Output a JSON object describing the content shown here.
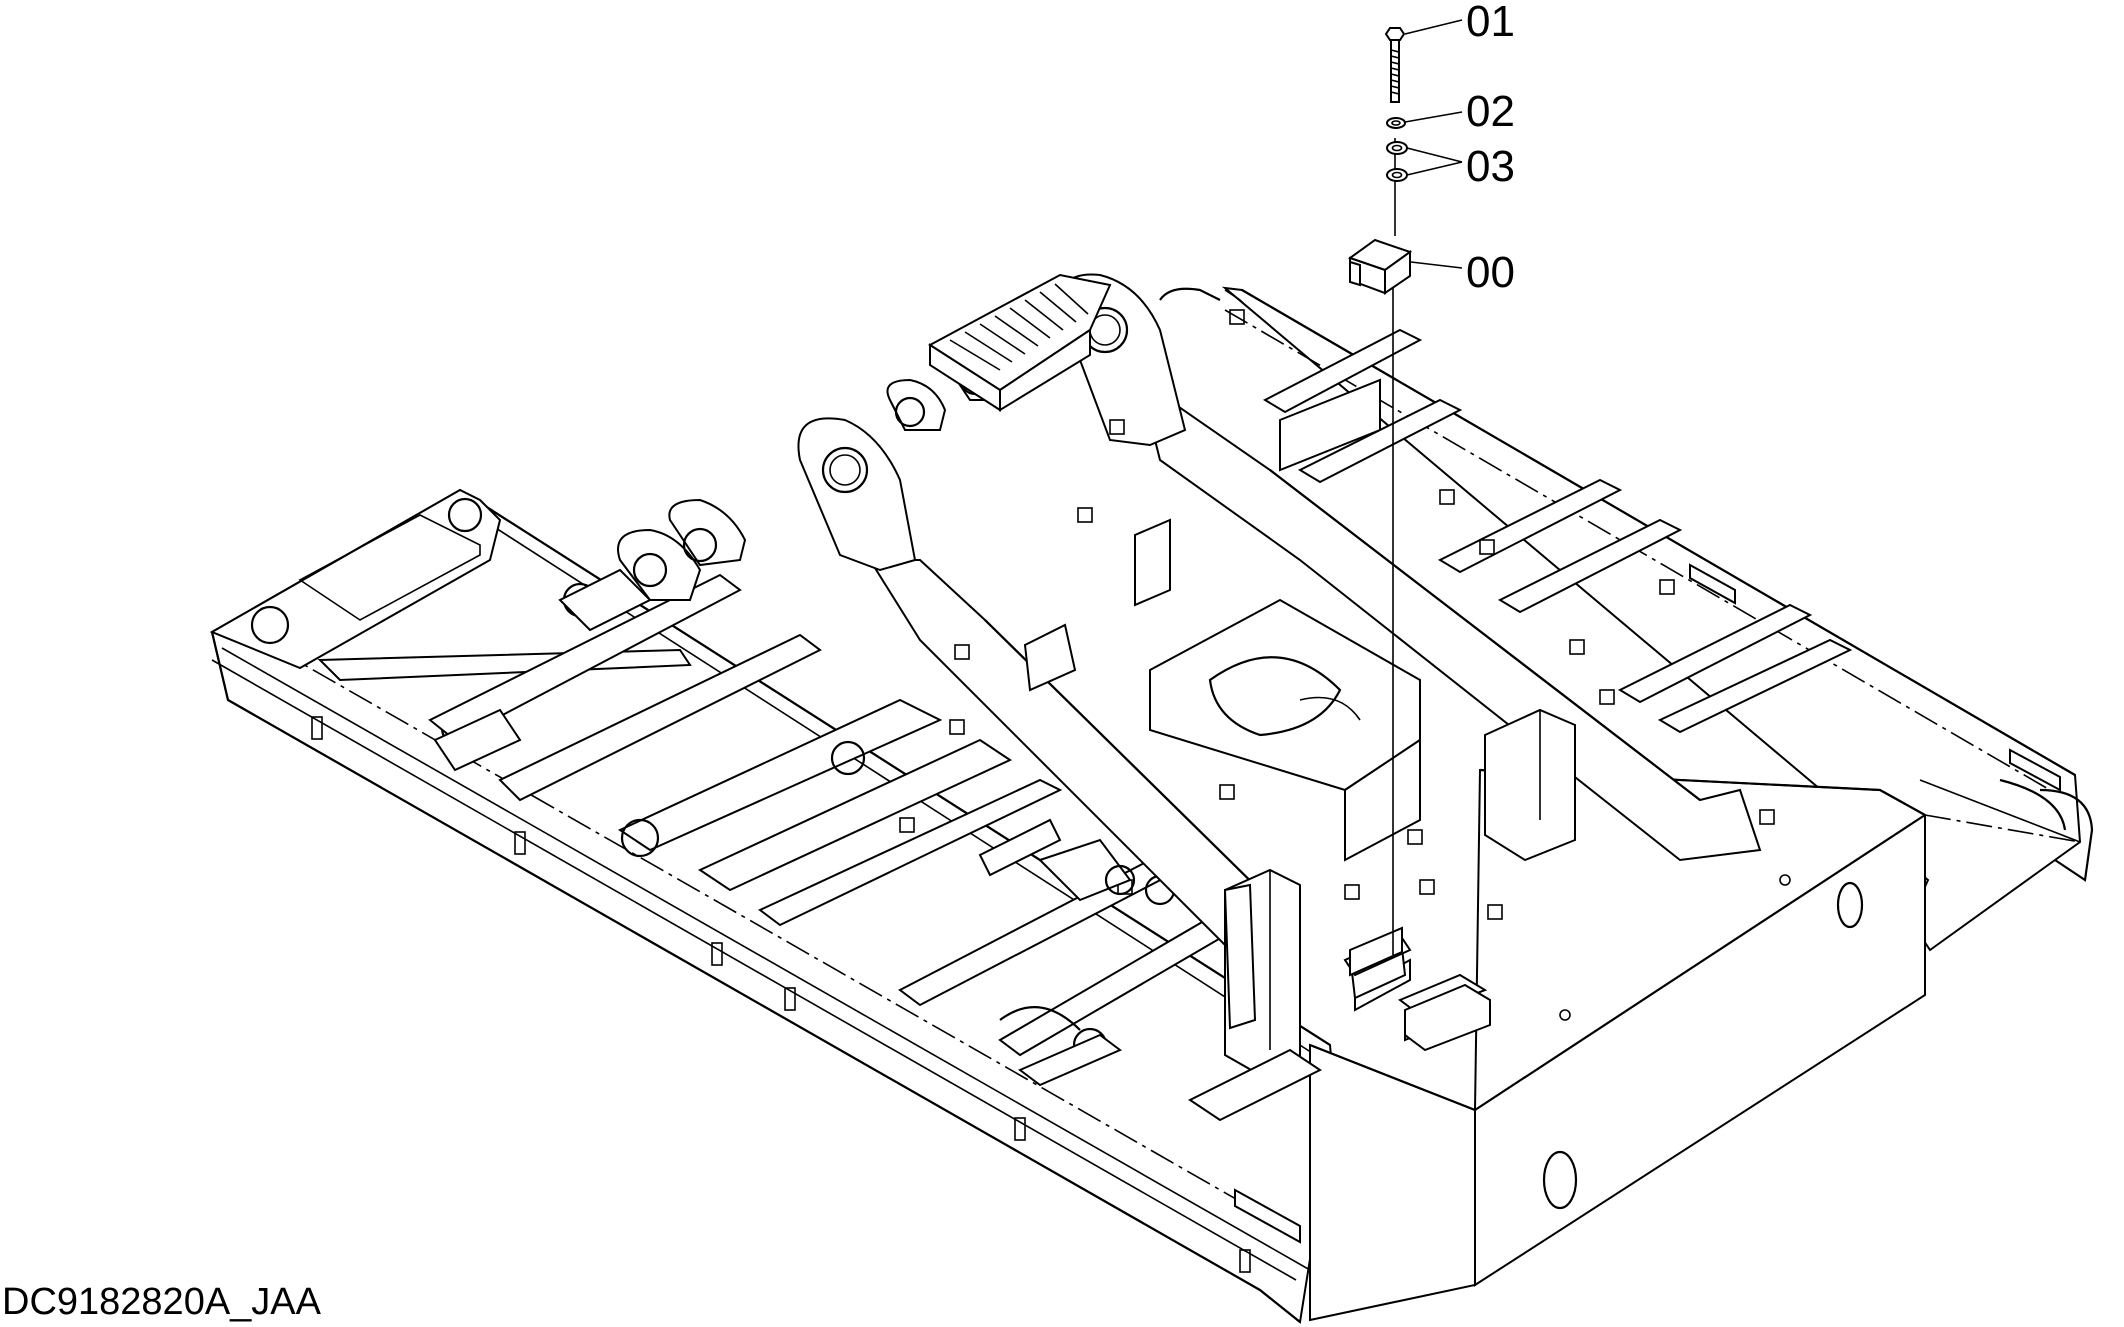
{
  "callouts": [
    {
      "id": "01"
    },
    {
      "id": "02"
    },
    {
      "id": "03"
    },
    {
      "id": "00"
    }
  ],
  "drawing_id": "DC9182820A_JAA",
  "colors": {
    "line": "#000000",
    "background": "#ffffff"
  }
}
